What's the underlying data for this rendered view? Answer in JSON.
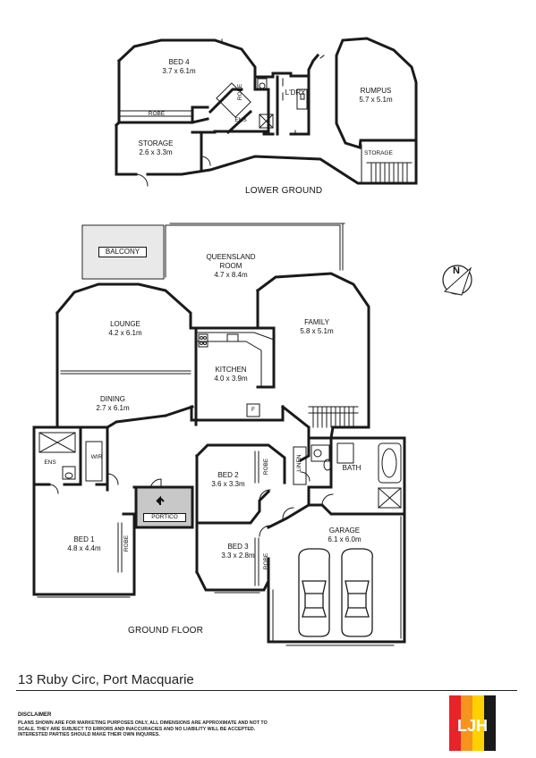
{
  "floors": {
    "lower": "LOWER GROUND",
    "ground": "GROUND FLOOR"
  },
  "rooms": {
    "bed4": {
      "name": "BED 4",
      "size": "3.7 x 6.1m"
    },
    "robe_lower_left": "ROBE",
    "robe_lower_diag": "ROBE",
    "ens_lower": "ENS",
    "laundry": "L'DRY",
    "rumpus": {
      "name": "RUMPUS",
      "size": "5.7 x 5.1m"
    },
    "storage_lower": {
      "name": "STORAGE",
      "size": "2.6 x 3.3m"
    },
    "storage_small": "STORAGE",
    "balcony": "BALCONY",
    "queensland": {
      "name": "QUEENSLAND",
      "name2": "ROOM",
      "size": "4.7 x 8.4m"
    },
    "lounge": {
      "name": "LOUNGE",
      "size": "4.2 x 6.1m"
    },
    "family": {
      "name": "FAMILY",
      "size": "5.8 x 5.1m"
    },
    "kitchen": {
      "name": "KITCHEN",
      "size": "4.0 x 3.9m"
    },
    "dining": {
      "name": "DINING",
      "size": "2.7 x 6.1m"
    },
    "fridge": "F",
    "ens_ground": "ENS",
    "wir": "WIR",
    "portico": "PORTICO",
    "bed1": {
      "name": "BED 1",
      "size": "4.8 x 4.4m"
    },
    "robe_bed1": "ROBE",
    "bed2": {
      "name": "BED 2",
      "size": "3.6 x 3.3m"
    },
    "robe_bed2": "ROBE",
    "linen": "LINEN",
    "bath": "BATH",
    "bed3": {
      "name": "BED 3",
      "size": "3.3 x 2.8m"
    },
    "robe_bed3": "ROBE",
    "garage": {
      "name": "GARAGE",
      "size": "6.1 x 6.0m"
    }
  },
  "compass": "N",
  "address": "13 Ruby Circ, Port Macquarie",
  "disclaimer": {
    "title": "DISCLAIMER",
    "text": "PLANS SHOWN ARE FOR MARKETING PURPOSES ONLY, ALL DIMENSIONS ARE APPROXIMATE AND NOT TO SCALE. THEY ARE SUBJECT TO ERRORS AND INACCURACIES AND NO LIABILITY WILL BE ACCEPTED. INTERESTED PARTIES SHOULD MAKE THEIR OWN INQUIRES."
  },
  "logo": {
    "text": "LJH",
    "colors": [
      "#e8232a",
      "#f7941d",
      "#ffd100",
      "#1a1a1a"
    ]
  }
}
